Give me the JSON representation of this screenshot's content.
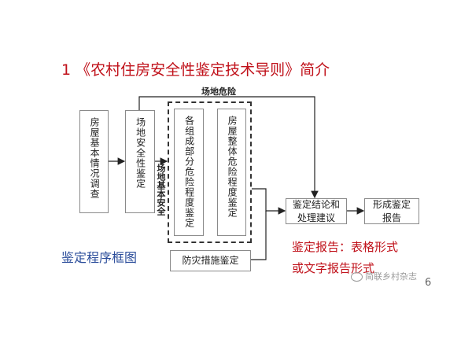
{
  "title": "1 《农村住房安全性鉴定技术导则》简介",
  "diagram": {
    "box_house_info": "房屋基本情况调查",
    "box_site_safety": "场地安全性鉴定",
    "box_component": "各组成部分危险程度鉴定",
    "box_overall": "房屋整体危险程度鉴定",
    "box_conclusion": "鉴定结论和处理建议",
    "box_report": "形成鉴定报告",
    "box_disaster": "防灾措施鉴定",
    "label_site_danger": "场地危险",
    "label_site_safe": "场地基本安全"
  },
  "caption_flowchart": "鉴定程序框图",
  "report_line1": "鉴定报告：表格形式",
  "report_line2": "或文字报告形式",
  "watermark": "简联乡村杂志",
  "page_number": "6"
}
